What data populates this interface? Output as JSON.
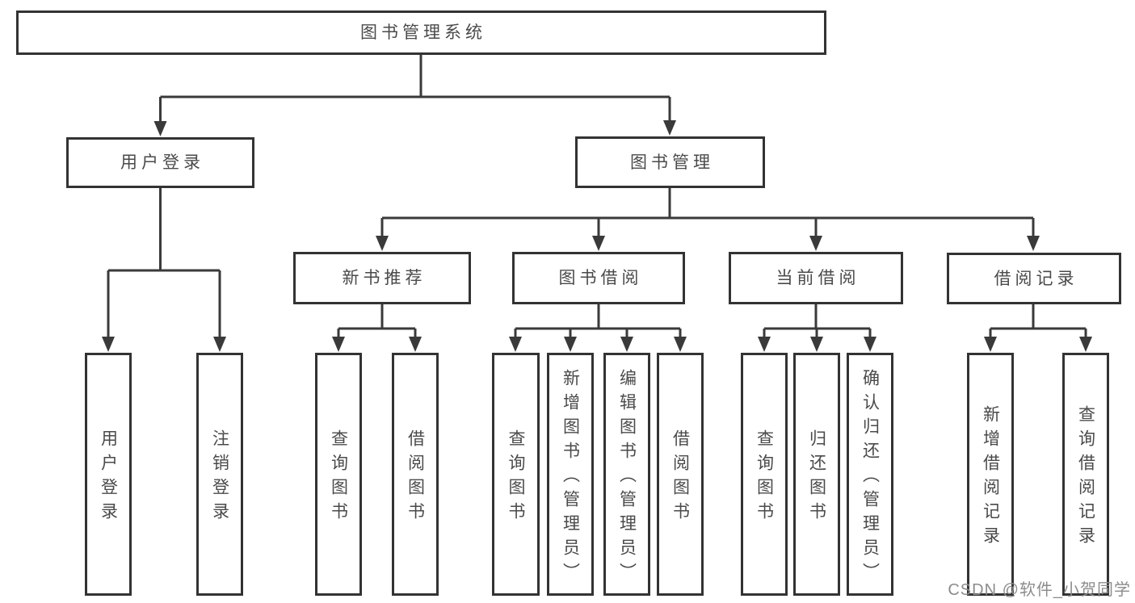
{
  "diagram": {
    "root": {
      "label": "图书管理系统"
    },
    "user_login": {
      "label": "用户登录",
      "children": [
        {
          "label": "用户登录"
        },
        {
          "label": "注销登录"
        }
      ]
    },
    "book_mgmt": {
      "label": "图书管理"
    },
    "modules": [
      {
        "label": "新书推荐",
        "children": [
          {
            "label": "查询图书"
          },
          {
            "label": "借阅图书"
          }
        ]
      },
      {
        "label": "图书借阅",
        "children": [
          {
            "label": "查询图书"
          },
          {
            "label": "新增图书（管理员）"
          },
          {
            "label": "编辑图书（管理员）"
          },
          {
            "label": "借阅图书"
          }
        ]
      },
      {
        "label": "当前借阅",
        "children": [
          {
            "label": "查询图书"
          },
          {
            "label": "归还图书"
          },
          {
            "label": "确认归还（管理员）"
          }
        ]
      },
      {
        "label": "借阅记录",
        "children": [
          {
            "label": "新增借阅记录"
          },
          {
            "label": "查询借阅记录"
          }
        ]
      }
    ]
  },
  "watermark": {
    "text": "CSDN @软件_小贺同学"
  },
  "colors": {
    "line": "#3a3a3a",
    "border": "#333333",
    "text": "#4a4a4a",
    "watermark": "#8c8c8c",
    "background": "#ffffff"
  }
}
